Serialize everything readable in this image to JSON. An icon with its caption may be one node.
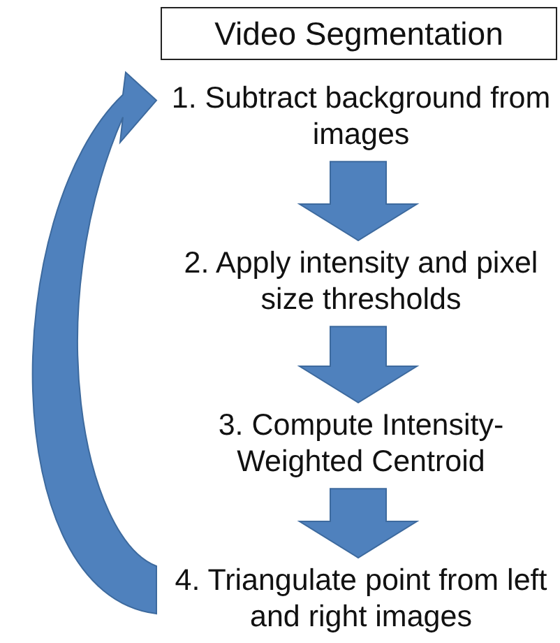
{
  "diagram": {
    "title": "Video Segmentation",
    "nodes": [
      {
        "text": [
          "1. Subtract background from images"
        ]
      },
      {
        "text": [
          "2. Apply intensity and pixel size thresholds"
        ]
      },
      {
        "text": [
          "3. Compute Intensity-Weighted Centroid"
        ]
      },
      {
        "text": [
          "4. Triangulate point from left and right images"
        ]
      }
    ],
    "edges": [
      {
        "from": 0,
        "to": 1,
        "arrow": "to"
      },
      {
        "from": 1,
        "to": 2,
        "arrow": "to"
      },
      {
        "from": 2,
        "to": 3,
        "arrow": "to"
      },
      {
        "from": 3,
        "to": 0,
        "arrow": "to"
      }
    ]
  }
}
